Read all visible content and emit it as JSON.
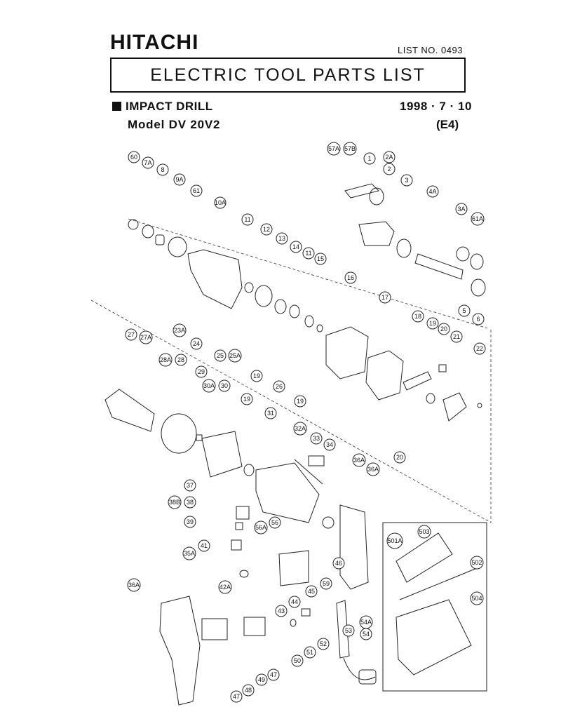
{
  "header": {
    "brand": "HITACHI",
    "list_no": "LIST NO. 0493",
    "title": "ELECTRIC TOOL PARTS LIST",
    "product": "IMPACT DRILL",
    "date": "1998 · 7 · 10",
    "model": "Model DV 20V2",
    "edition": "(E4)"
  },
  "callouts": [
    "60",
    "7A",
    "8",
    "9A",
    "61",
    "10A",
    "11",
    "12",
    "13",
    "14",
    "11",
    "15",
    "16",
    "17",
    "18",
    "19",
    "20",
    "21",
    "22",
    "57A",
    "57B",
    "1",
    "2A",
    "2",
    "3",
    "4A",
    "3A",
    "61A",
    "5",
    "6",
    "23A",
    "24",
    "25",
    "25A",
    "19",
    "26",
    "19",
    "27",
    "27A",
    "28A",
    "28",
    "29",
    "30A",
    "30",
    "19",
    "31",
    "32A",
    "33",
    "34",
    "36A",
    "36A",
    "37",
    "38B",
    "38",
    "56A",
    "56",
    "39",
    "35A",
    "41",
    "42A",
    "43",
    "44",
    "45",
    "59",
    "46",
    "53",
    "54A",
    "54",
    "36A",
    "52",
    "50",
    "51",
    "48",
    "49",
    "47",
    "47",
    "20",
    "501A",
    "503",
    "502",
    "504"
  ]
}
